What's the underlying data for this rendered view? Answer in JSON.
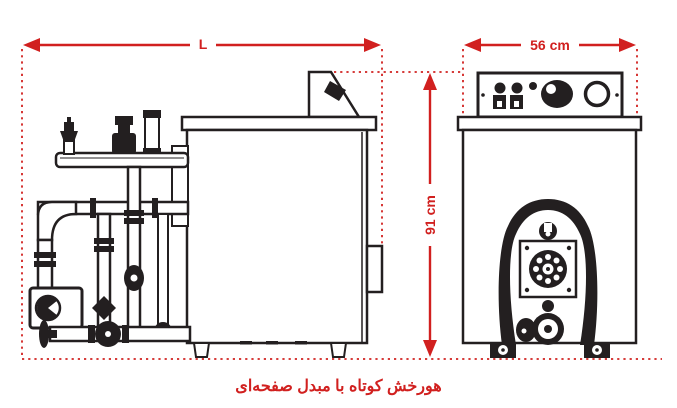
{
  "diagram": {
    "caption": "هورخش کوتاه با مبدل صفحه‌ای",
    "dimensions": {
      "length": "L",
      "width": "56 cm",
      "height": "91 cm"
    },
    "colors": {
      "dimension_red": "#d1201f",
      "line_black": "#231f20",
      "background": "#ffffff"
    }
  }
}
